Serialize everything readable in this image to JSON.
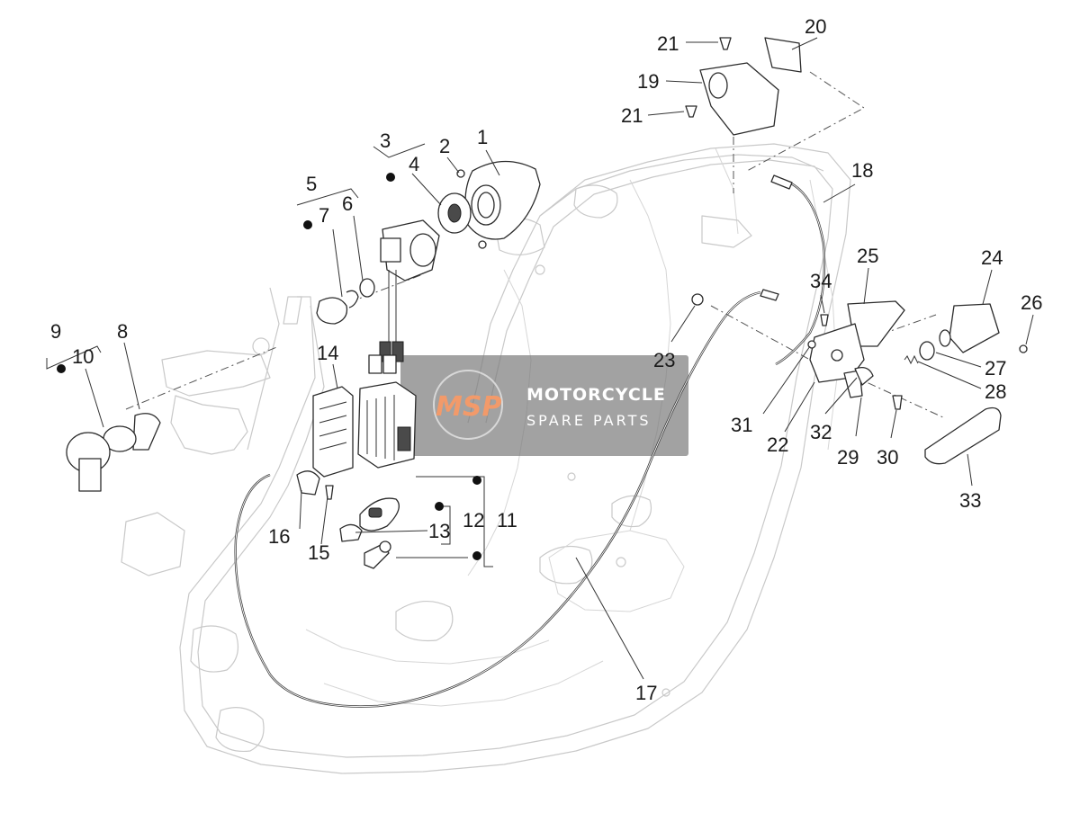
{
  "watermark": {
    "logo_text": "MSP",
    "line1": "MOTORCYCLE",
    "line2": "SPARE PARTS",
    "logo_color": "#f29a6a",
    "panel_color": "#7a7a7a"
  },
  "callouts": {
    "c1": "1",
    "c2": "2",
    "c3": "3",
    "c4": "4",
    "c5": "5",
    "c6": "6",
    "c7": "7",
    "c8": "8",
    "c9": "9",
    "c10": "10",
    "c11": "11",
    "c12": "12",
    "c13": "13",
    "c14": "14",
    "c15": "15",
    "c16": "16",
    "c17": "17",
    "c18": "18",
    "c19": "19",
    "c20": "20",
    "c21a": "21",
    "c21b": "21",
    "c22": "22",
    "c23": "23",
    "c24": "24",
    "c25": "25",
    "c26": "26",
    "c27": "27",
    "c28": "28",
    "c29": "29",
    "c30": "30",
    "c31": "31",
    "c32": "32",
    "c33": "33",
    "c34": "34"
  }
}
